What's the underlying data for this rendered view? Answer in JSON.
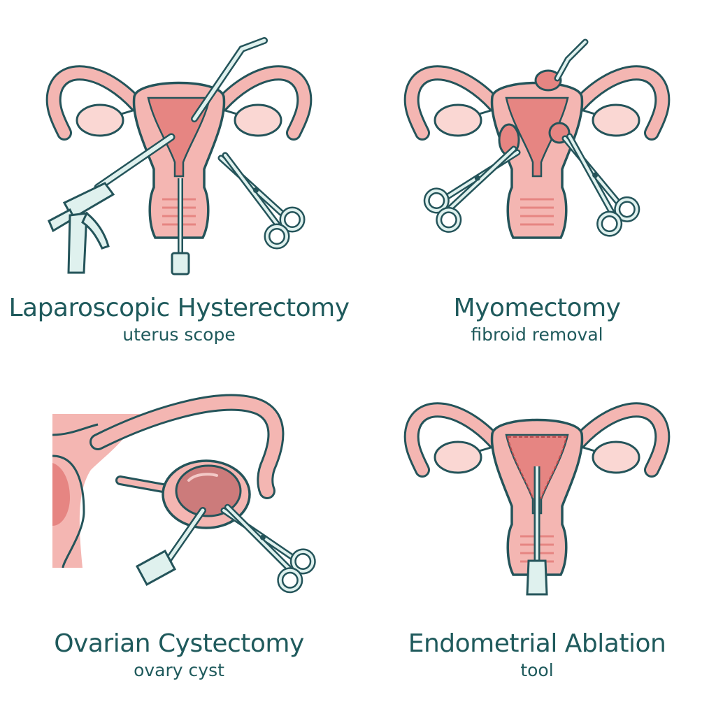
{
  "colors": {
    "outline": "#24545a",
    "tissue": "#f4b6b2",
    "tissue_light": "#fad7d3",
    "cavity": "#e68582",
    "instrument": "#dff1ee",
    "text": "#1f5a5c"
  },
  "panels": [
    {
      "title": "Laparoscopic Hysterectomy",
      "subtitle": "uterus scope"
    },
    {
      "title": "Myomectomy",
      "subtitle": "fibroid removal"
    },
    {
      "title": "Ovarian Cystectomy",
      "subtitle": "ovary cyst"
    },
    {
      "title": "Endometrial Ablation",
      "subtitle": "tool"
    }
  ]
}
